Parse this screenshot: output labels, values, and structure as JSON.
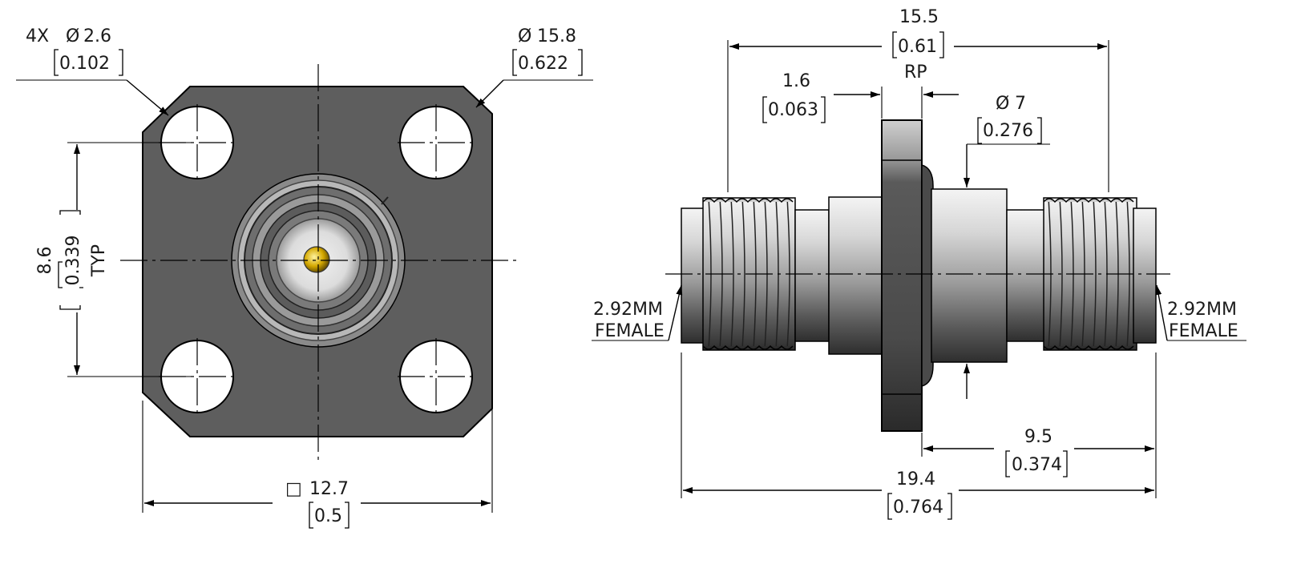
{
  "front_view": {
    "holes": {
      "count": "4X",
      "dia_mm": "2.6",
      "dia_in": "0.102"
    },
    "flange_dia": {
      "mm": "15.8",
      "in": "0.622"
    },
    "hole_spacing": {
      "mm": "8.6",
      "in": "0.339",
      "note": "TYP"
    },
    "square": {
      "mm": "12.7",
      "in": "0.5"
    }
  },
  "side_view": {
    "overall_top": {
      "mm": "15.5",
      "in": "0.61"
    },
    "flange_thickness": {
      "mm": "1.6",
      "in": "0.063"
    },
    "rp_label": "RP",
    "body_dia": {
      "mm": "7",
      "in": "0.276"
    },
    "end_length": {
      "mm": "9.5",
      "in": "0.374"
    },
    "overall_length": {
      "mm": "19.4",
      "in": "0.764"
    },
    "left_connector": {
      "line1": "2.92MM",
      "line2": "FEMALE"
    },
    "right_connector": {
      "line1": "2.92MM",
      "line2": "FEMALE"
    }
  },
  "symbols": {
    "diameter": "Ø",
    "square": "□"
  },
  "colors": {
    "flange_gray": "#5e5e5e",
    "metal_light": "#d9d9d9",
    "metal_dark": "#3a3a3a",
    "gold_pin": "#e0b400",
    "line": "#000000"
  }
}
